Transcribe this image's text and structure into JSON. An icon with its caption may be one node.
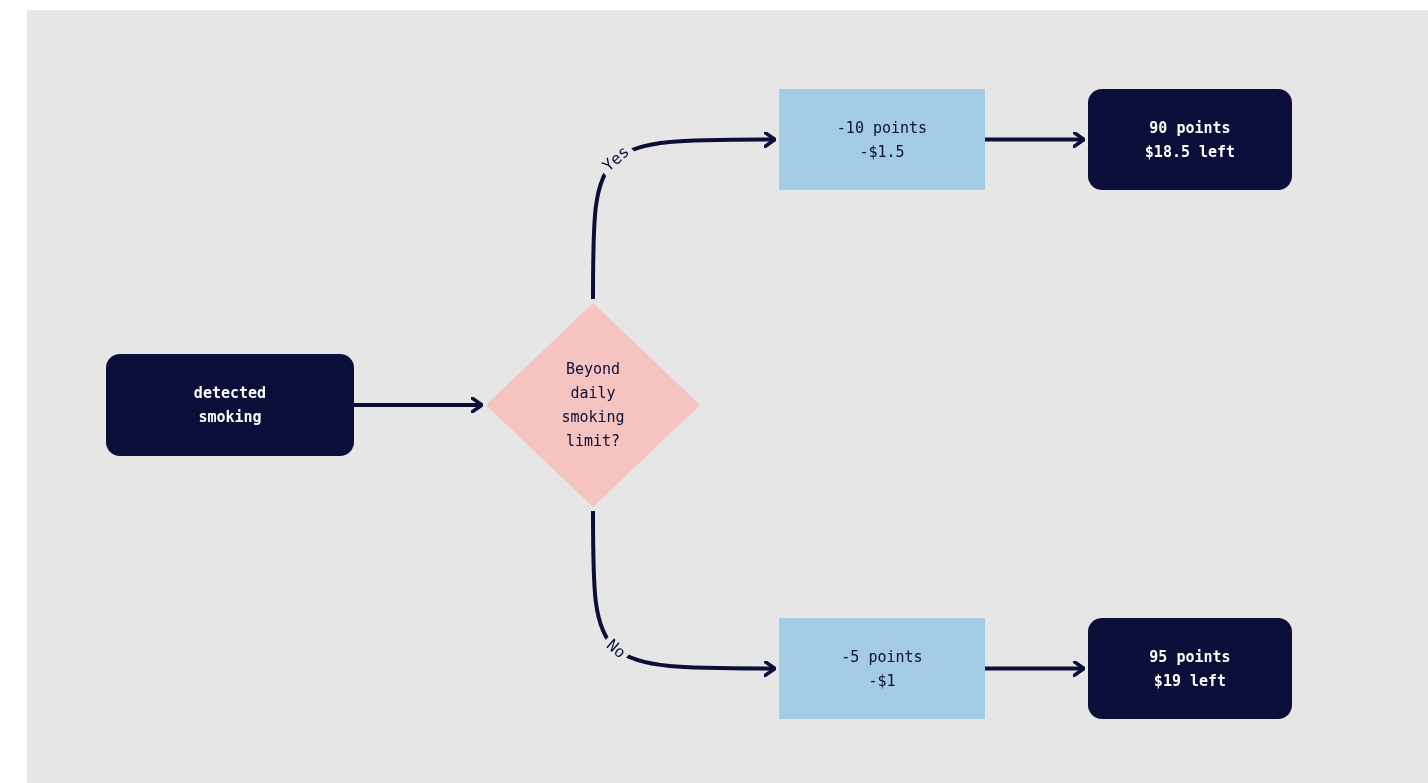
{
  "diagram": {
    "nodes": [
      {
        "text": [
          "detected smoking"
        ]
      },
      {
        "text": [
          "Beyond daily smoking limit?"
        ]
      },
      {
        "text": [
          "-10 points -$1.5"
        ]
      },
      {
        "text": [
          "90 points $18.5 left"
        ]
      },
      {
        "text": [
          "-5 points -$1"
        ]
      },
      {
        "text": [
          "95 points $19 left"
        ]
      }
    ],
    "edges": [
      {
        "from": 0,
        "to": 1,
        "arrow": "to"
      },
      {
        "from": 1,
        "to": 2,
        "arrow": "to",
        "label": "Yes"
      },
      {
        "from": 2,
        "to": 3,
        "arrow": "to"
      },
      {
        "from": 1,
        "to": 4,
        "arrow": "to",
        "label": "No"
      },
      {
        "from": 4,
        "to": 5,
        "arrow": "to"
      }
    ]
  }
}
